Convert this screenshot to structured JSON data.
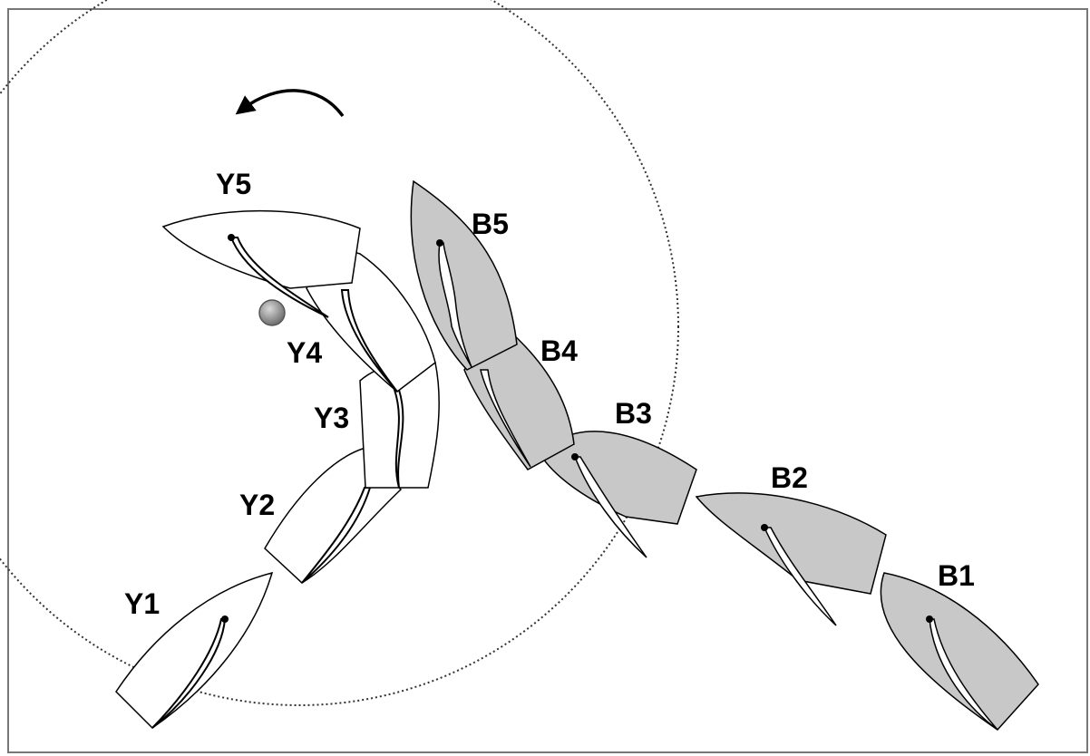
{
  "colors": {
    "yellow_boat_fill": "#ffffff",
    "blue_boat_fill": "#c8c8c8",
    "outline": "#000000",
    "mark": "#8a8a8a",
    "zone_circle": "#333333"
  },
  "icons": {
    "rotation_arrow": "curved-arrow-left-icon",
    "mark": "mark-buoy-icon"
  },
  "boats": {
    "yellow": [
      {
        "label": "Y1"
      },
      {
        "label": "Y2"
      },
      {
        "label": "Y3"
      },
      {
        "label": "Y4"
      },
      {
        "label": "Y5"
      }
    ],
    "blue": [
      {
        "label": "B1"
      },
      {
        "label": "B2"
      },
      {
        "label": "B3"
      },
      {
        "label": "B4"
      },
      {
        "label": "B5"
      }
    ]
  }
}
